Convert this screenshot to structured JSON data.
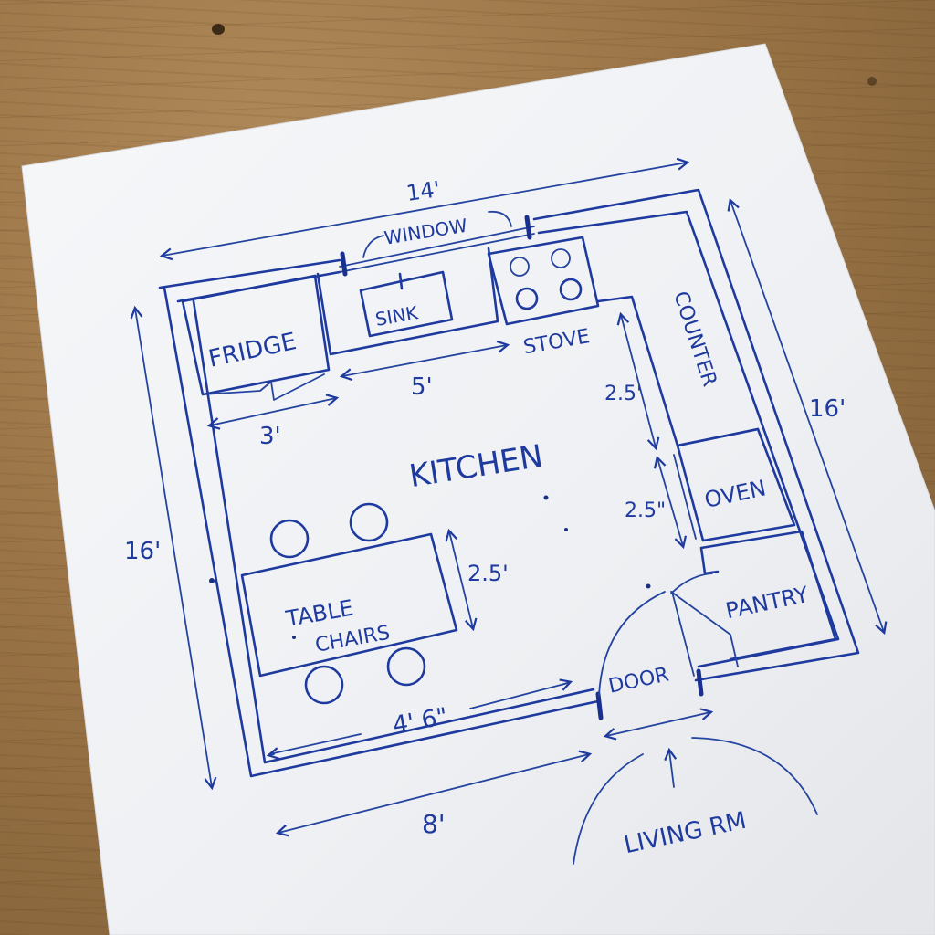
{
  "plan": {
    "title": "KITCHEN",
    "colors": {
      "ink": "#1e3a9e",
      "paper": "#f4f5f7",
      "wood": "#9a7446"
    },
    "fixtures": {
      "fridge": "FRIDGE",
      "sink": "SINK",
      "stove": "STOVE",
      "counter": "COUNTER",
      "oven": "OVEN",
      "pantry": "PANTRY",
      "table_line1": "TABLE",
      "table_line2": "CHAIRS",
      "door": "DOOR",
      "window": "WINDOW",
      "adjacent_room": "LIVING RM"
    },
    "dimensions": {
      "overall_width": "14'",
      "overall_depth_left": "16'",
      "overall_depth_right": "16'",
      "fridge_width": "3'",
      "fridge_to_stove": "5'",
      "counter_clearance": "2.5'",
      "oven_depth": "2.5\"",
      "table_depth": "2.5'",
      "table_to_door": "4' 6\"",
      "bottom_wall": "8'"
    }
  }
}
